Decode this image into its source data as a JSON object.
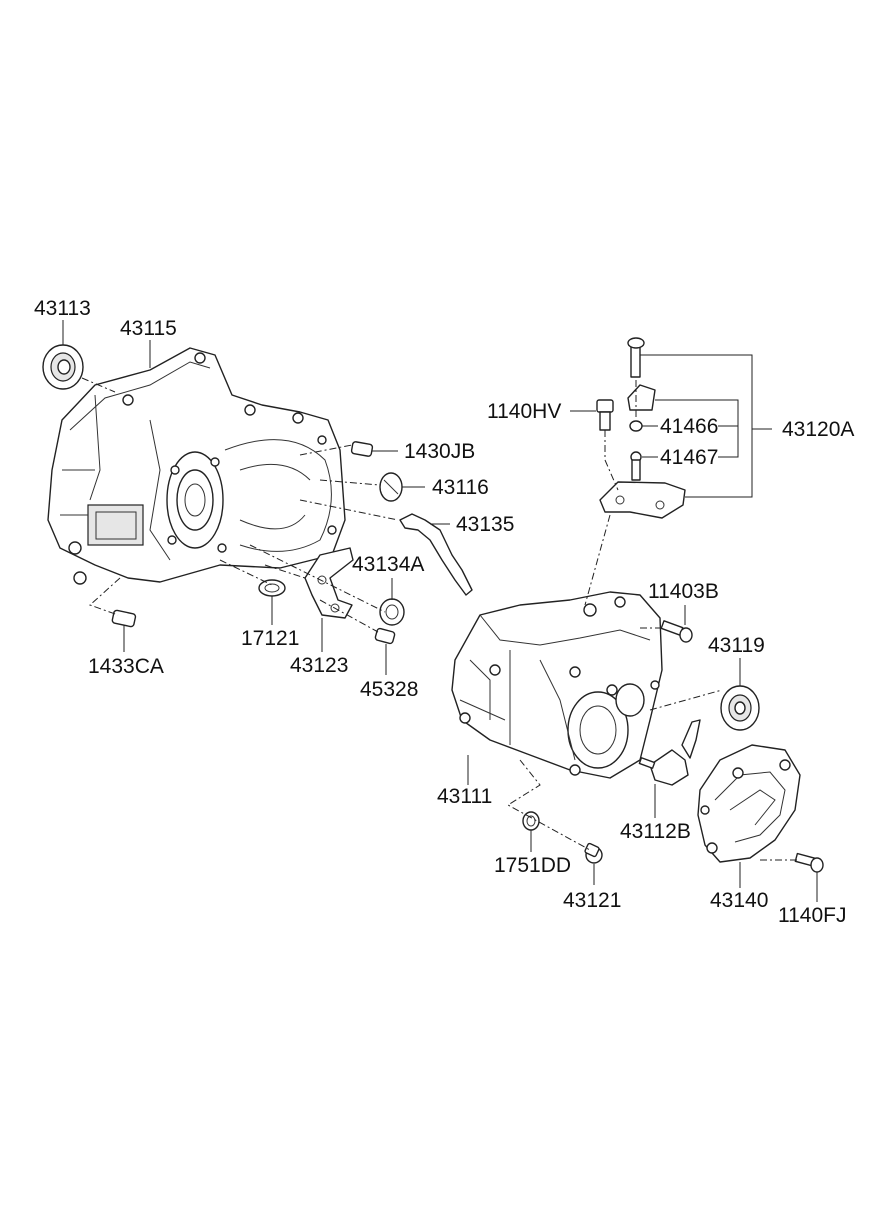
{
  "diagram": {
    "labels": {
      "l_43113": "43113",
      "l_43115": "43115",
      "l_1430JB": "1430JB",
      "l_43116": "43116",
      "l_43135": "43135",
      "l_43134A": "43134A",
      "l_17121": "17121",
      "l_43123": "43123",
      "l_45328": "45328",
      "l_1433CA": "1433CA",
      "l_1140HV": "1140HV",
      "l_41466": "41466",
      "l_41467": "41467",
      "l_43120A": "43120A",
      "l_11403B": "11403B",
      "l_43119": "43119",
      "l_43111": "43111",
      "l_43112B": "43112B",
      "l_1751DD": "1751DD",
      "l_43121": "43121",
      "l_43140": "43140",
      "l_1140FJ": "1140FJ"
    }
  }
}
